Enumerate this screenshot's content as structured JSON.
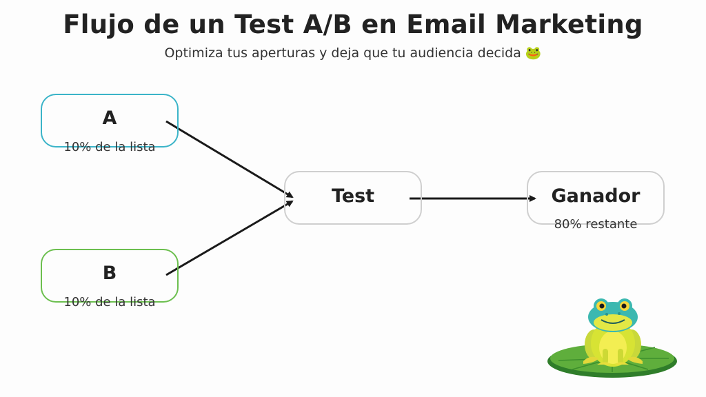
{
  "title": "Flujo de un Test A/B en Email Marketing",
  "subtitle": "Optimiza tus aperturas y deja que tu audiencia decida 🐸",
  "nodes": {
    "a": {
      "label": "A",
      "sub": "10% de la lista",
      "color": "#3bb4c8"
    },
    "b": {
      "label": "B",
      "sub": "10% de la lista",
      "color": "#6cbf4f"
    },
    "test": {
      "label": "Test",
      "color": "#cfcfcf"
    },
    "winner": {
      "label": "Ganador",
      "sub": "80% restante",
      "color": "#cfcfcf"
    }
  },
  "mascot": "frog-on-lily-pad"
}
